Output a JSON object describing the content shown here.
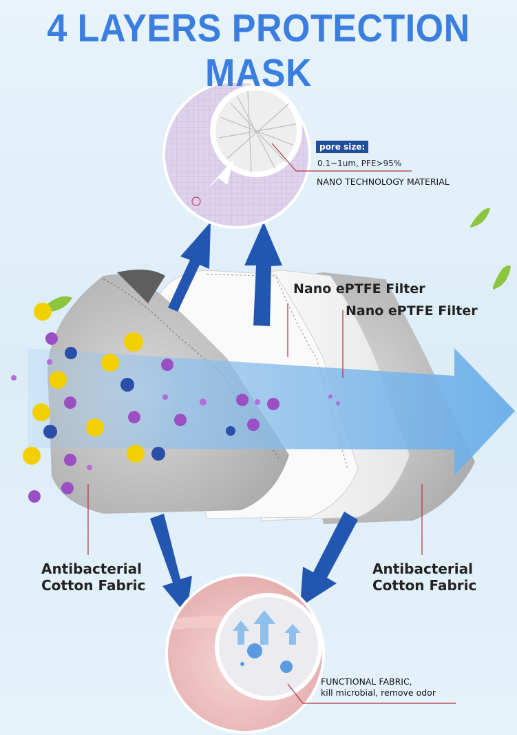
{
  "title": "4 LAYERS PROTECTION MASK",
  "top_callout": {
    "badge": "pore size:",
    "value": "0.1~1um, PFE>95%",
    "material": "NANO TECHNOLOGY MATERIAL"
  },
  "layers": {
    "filter_1": "Nano ePTFE Filter",
    "filter_2": "Nano ePTFE Filter",
    "cotton_left": [
      "Antibacterial",
      "Cotton Fabric"
    ],
    "cotton_right": [
      "Antibacterial",
      "Cotton Fabric"
    ]
  },
  "bottom_callout": {
    "line1": "FUNCTIONAL FABRIC,",
    "line2": "kill microbial, remove odor"
  },
  "colors": {
    "title": "#3a7ee0",
    "arrow": "#2356b0",
    "airflow": "#6fb3ea",
    "leader_line": "#b03040",
    "badge": "#1f4e9c"
  }
}
